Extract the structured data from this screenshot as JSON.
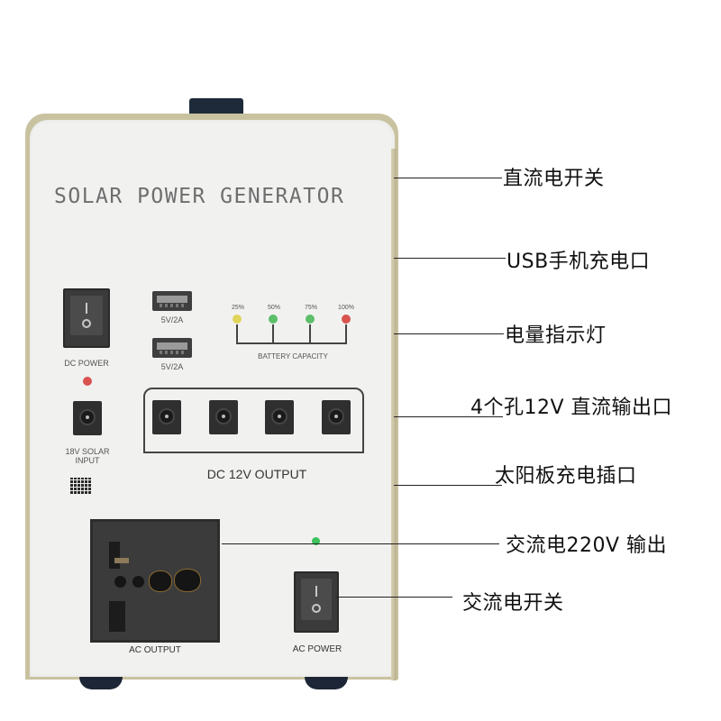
{
  "device": {
    "title": "SOLAR POWER GENERATOR",
    "dc_power_label": "DC POWER",
    "usb_ports": [
      {
        "label": "5V/2A"
      },
      {
        "label": "5V/2A"
      }
    ],
    "battery": {
      "label": "BATTERY CAPACITY",
      "levels": [
        {
          "label": "25%",
          "color": "#e0d45a"
        },
        {
          "label": "50%",
          "color": "#5cbf6a"
        },
        {
          "label": "75%",
          "color": "#5cbf6a"
        },
        {
          "label": "100%",
          "color": "#d9534f"
        }
      ]
    },
    "solar_input_label_line1": "18V SOLAR",
    "solar_input_label_line2": "INPUT",
    "dc_output_label": "DC 12V OUTPUT",
    "dc_output_count": 4,
    "ac_output_label": "AC OUTPUT",
    "ac_power_label": "AC POWER",
    "switch_marks": {
      "on": "I",
      "off": "O"
    },
    "colors": {
      "dc_indicator_led": "#d9534f",
      "ac_indicator_led": "#3cc25a",
      "case": "#c9c2a0",
      "panel": "#f1f1f0"
    }
  },
  "callouts": [
    {
      "text": "直流电开关"
    },
    {
      "text": "USB手机充电口"
    },
    {
      "text": "电量指示灯"
    },
    {
      "text": "4个孔12V  直流输出口"
    },
    {
      "text": "太阳板充电插口"
    },
    {
      "text": "交流电220V  输出"
    },
    {
      "text": "交流电开关"
    }
  ]
}
